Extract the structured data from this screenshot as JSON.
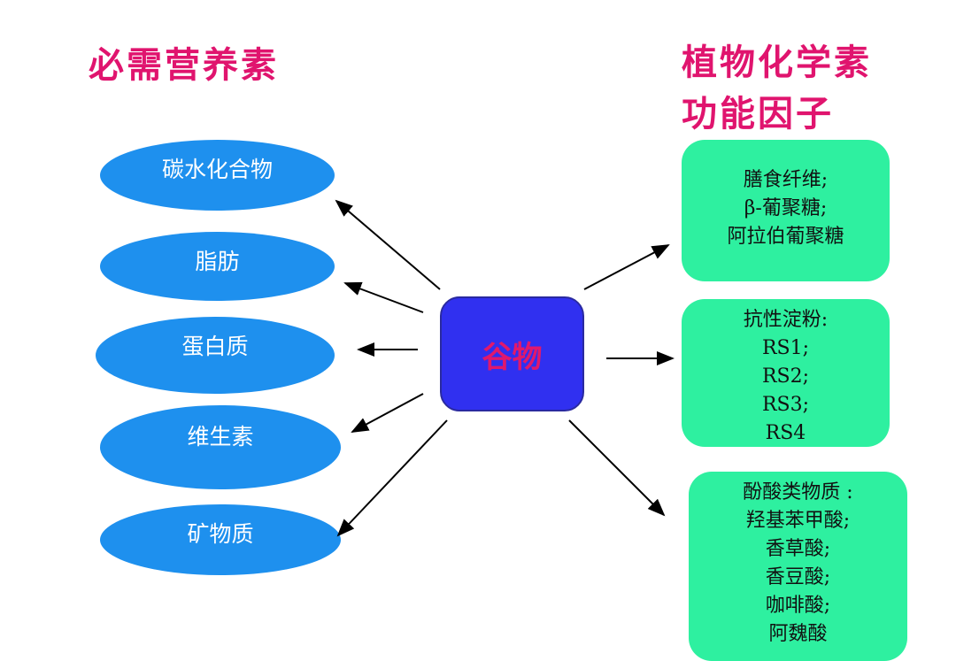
{
  "left_title": "必需营养素",
  "right_title": [
    "植物化学素",
    "功能因子"
  ],
  "center": "谷物",
  "nutrients": [
    "碳水化合物",
    "脂肪",
    "蛋白质",
    "维生素",
    "矿物质"
  ],
  "boxes": [
    [
      "膳食纤维;",
      "β-葡聚糖;",
      "阿拉伯葡聚糖"
    ],
    [
      "抗性淀粉:",
      "RS1;",
      "RS2;",
      "RS3;",
      "RS4"
    ],
    [
      "酚酸类物质 :",
      "羟基苯甲酸;",
      "香草酸;",
      "香豆酸;",
      "咖啡酸;",
      "阿魏酸"
    ]
  ],
  "colors": {
    "title": "#e0146e",
    "ellipse": "#1e90ee",
    "center": "#3030f0",
    "box": "#2ef0a0"
  }
}
